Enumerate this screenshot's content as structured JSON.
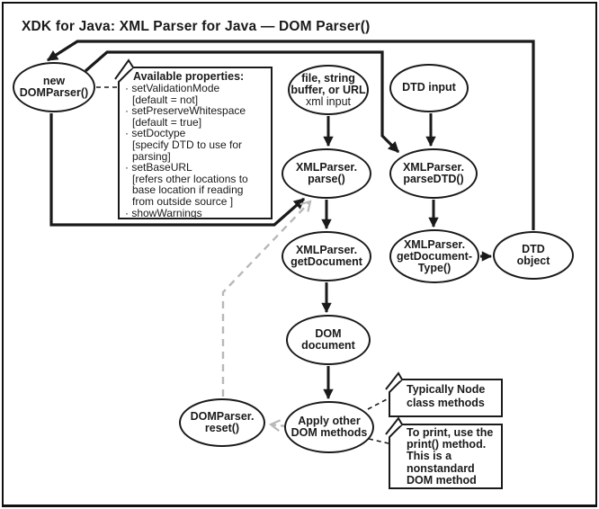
{
  "title": "XDK for Java: XML Parser for Java — DOM Parser()",
  "nodes": {
    "new_domparser": [
      "new",
      "DOMParser()"
    ],
    "xml_input": [
      "file, string",
      "buffer, or URL",
      "xml input"
    ],
    "dtd_input": [
      "DTD input"
    ],
    "parse": [
      "XMLParser.",
      "parse()"
    ],
    "parse_dtd": [
      "XMLParser.",
      "parseDTD()"
    ],
    "get_document": [
      "XMLParser.",
      "getDocument"
    ],
    "get_document_type": [
      "XMLParser.",
      "getDocument-",
      "Type()"
    ],
    "dtd_object": [
      "DTD",
      "object"
    ],
    "dom_document": [
      "DOM",
      "document"
    ],
    "apply_methods": [
      "Apply other",
      "DOM methods"
    ],
    "reset": [
      "DOMParser.",
      "reset()"
    ]
  },
  "properties_note": {
    "title": "Available properties:",
    "lines": [
      "· setValidationMode",
      "[default = not]",
      "· setPreserveWhitespace",
      "[default = true]",
      "· setDoctype",
      "[specify DTD to use for",
      "parsing]",
      "· setBaseURL",
      "[refers other locations to",
      "base location if reading",
      "from outside source ]",
      "· showWarnings"
    ]
  },
  "node_note": [
    "Typically Node",
    "class methods"
  ],
  "print_note": [
    "To print, use the",
    "print() method.",
    "This is a",
    "nonstandard",
    "DOM method"
  ],
  "colors": {
    "ink": "#1a1a1a",
    "gray_dash": "#b8b8b8",
    "background": "#ffffff"
  }
}
